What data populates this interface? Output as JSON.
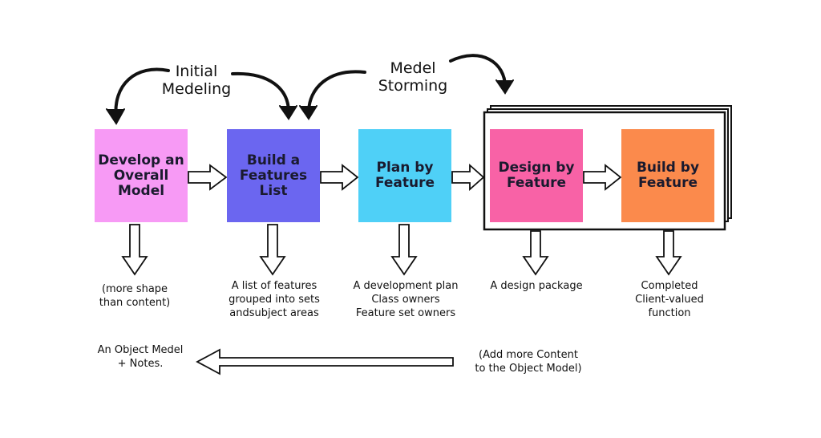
{
  "labels": {
    "initial_modeling": "Initial\nMedeling",
    "model_storming": "Medel\nStorming"
  },
  "steps": [
    {
      "title": "Develop an Overall Model",
      "color": "#f79af5",
      "caption": "(more shape\nthan content)"
    },
    {
      "title": "Build a Features List",
      "color": "#6b66f0",
      "caption": "A list of features\ngrouped into sets\nandsubject areas"
    },
    {
      "title": "Plan by Feature",
      "color": "#4fd0f7",
      "caption": "A development plan\nClass owners\nFeature set owners"
    },
    {
      "title": "Design by Feature",
      "color": "#f862a6",
      "caption": "A design package"
    },
    {
      "title": "Build by Feature",
      "color": "#fb8a4c",
      "caption": "Completed\nClient-valued\nfunction"
    }
  ],
  "bottom": {
    "left_text": "An Object Medel\n+ Notes.",
    "right_text": "(Add more Content\nto the Object Model)"
  }
}
